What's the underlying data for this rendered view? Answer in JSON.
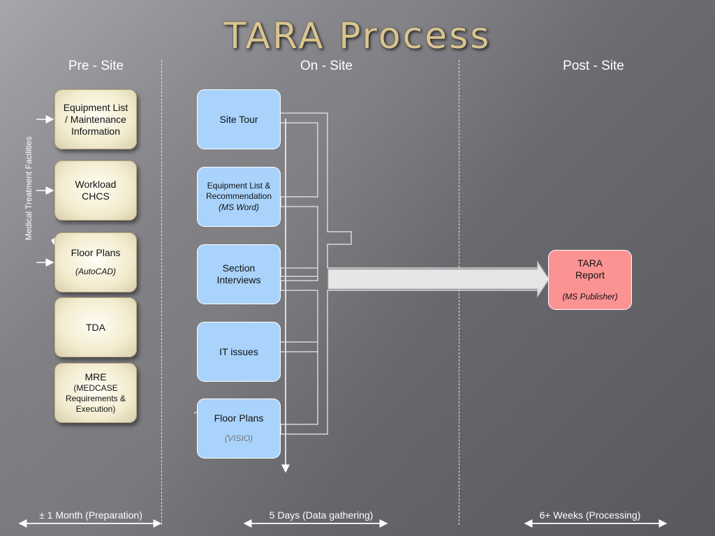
{
  "title": "TARA Process",
  "columns": {
    "pre_site": "Pre - Site",
    "on_site": "On - Site",
    "post_site": "Post - Site"
  },
  "side_label": "Medical Treatment Facilities",
  "pre_site_boxes": {
    "equipment": "Equipment List / Maintenance Information",
    "workload": "Workload CHCS",
    "floor_plans": "Floor Plans",
    "floor_plans_note": "(AutoCAD)",
    "tda": "TDA",
    "mre": "MRE",
    "mre_note": "(MEDCASE Requirements & Execution)"
  },
  "on_site_boxes": {
    "site_tour": "Site Tour",
    "equipment": "Equipment List & Recommendation",
    "equipment_note": "(MS Word)",
    "section_interviews": "Section Interviews",
    "it_issues": "IT issues",
    "floor_plans": "Floor Plans",
    "floor_plans_note": "(VISIO)"
  },
  "report": {
    "title": "TARA Report",
    "note": "(MS Publisher)"
  },
  "timeline": {
    "preparation": "± 1 Month (Preparation)",
    "data_gathering": "5 Days (Data gathering)",
    "processing": "6+ Weeks (Processing)"
  },
  "colors": {
    "title_gold": "#d8c58f",
    "beige_box": "#f3eccf",
    "blue_box": "#a9d3fb",
    "pink_box": "#fc9393",
    "connector": "#c8c8c8"
  }
}
